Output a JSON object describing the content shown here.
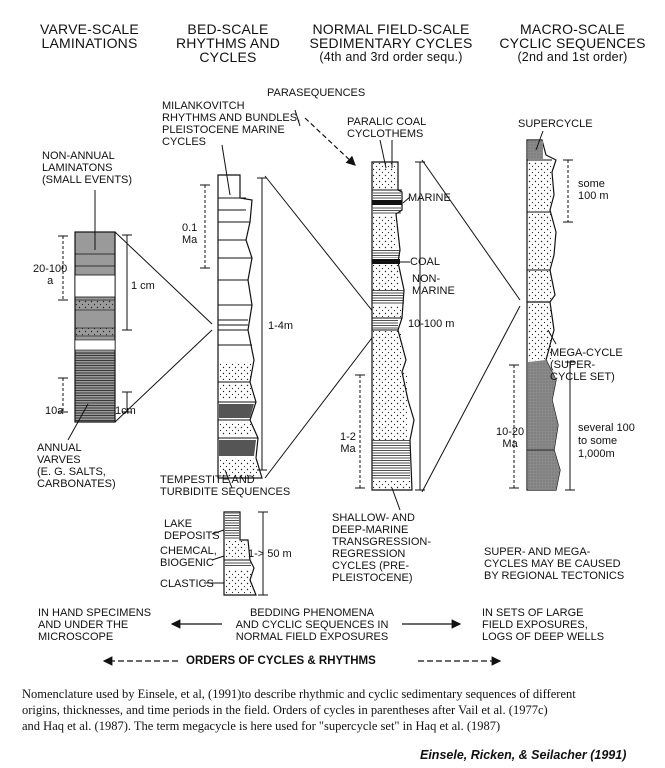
{
  "headers": {
    "varve": [
      "VARVE-SCALE",
      "LAMINATIONS"
    ],
    "bed": [
      "BED-SCALE",
      "RHYTHMS AND",
      "CYCLES"
    ],
    "field": [
      "NORMAL FIELD-SCALE",
      "SEDIMENTARY CYCLES",
      "(4th and 3rd order sequ.)"
    ],
    "macro": [
      "MACRO-SCALE",
      "CYCLIC SEQUENCES",
      "(2nd and 1st order)"
    ]
  },
  "labels": {
    "parasequences": "PARASEQUENCES",
    "milankovitch": [
      "MILANKOVITCH",
      "RHYTHMS AND BUNDLES,",
      "PLEISTOCENE MARINE",
      "CYCLES"
    ],
    "paralic": [
      "PARALIC COAL",
      "CYCLOTHEMS"
    ],
    "supercycle": "SUPERCYCLE",
    "some100": [
      "some",
      "100 m"
    ],
    "nonannual": [
      "NON-ANNUAL",
      "LAMINATONS",
      "(SMALL EVENTS)"
    ],
    "pt1ma": [
      "0.1",
      "Ma"
    ],
    "marine": "MARINE",
    "coal": "COAL",
    "nonmarine": [
      "NON-",
      "MARINE"
    ],
    "scale20_100": [
      "20-100",
      "a"
    ],
    "scale1cm": "1 cm",
    "scale1_4m": "1-4m",
    "scale10_100m": "10-100 m",
    "megacycle": [
      "MEGA-CYCLE",
      "(SUPER-",
      "CYCLE SET)"
    ],
    "scale10a": "10a",
    "scale1cm_b": "1cm",
    "scale1_2ma": [
      "1-2",
      "Ma"
    ],
    "scale10_20ma": [
      "10-20",
      "Ma"
    ],
    "several": [
      "several 100",
      "to some",
      "1,000m"
    ],
    "annual": [
      "ANNUAL",
      "VARVES",
      "(E. G. SALTS,",
      "CARBONATES)"
    ],
    "tempestite": [
      "TEMPESTITE AND",
      "TURBIDITE SEQUENCES"
    ],
    "lake": [
      "LAKE",
      "DEPOSITS"
    ],
    "chemcal": [
      "CHEMCAL,",
      "BIOGENIC"
    ],
    "clastics": "CLASTICS",
    "scale1_50m": "1-> 50 m",
    "shallow": [
      "SHALLOW- AND",
      "DEEP-MARINE",
      "TRANSGRESSION-",
      "REGRESSION",
      "CYCLES (PRE-",
      "PLEISTOCENE)"
    ],
    "supermega": [
      "SUPER- AND MEGA-",
      "CYCLES MAY BE CAUSED",
      "BY REGIONAL TECTONICS"
    ]
  },
  "bottom": {
    "hand": [
      "IN HAND SPECIMENS",
      "AND UNDER THE",
      "MICROSCOPE"
    ],
    "bedding": [
      "BEDDING PHENOMENA",
      "AND CYCLIC SEQUENCES IN",
      "NORMAL FIELD EXPOSURES"
    ],
    "sets": [
      "IN SETS OF LARGE",
      "FIELD EXPOSURES,",
      "LOGS OF DEEP WELLS"
    ],
    "orders": "ORDERS OF CYCLES & RHYTHMS"
  },
  "caption": [
    "Nomenclature used by Einsele, et al, (1991)to describe rhythmic and cyclic sedimentary sequences of different",
    "origins, thicknesses, and time periods in the field. Orders of cycles in parentheses after Vail et al. (1977c)",
    "and Haq et al. (1987). The term megacycle is here used for \"supercycle set\" in Haq et al. (1987)"
  ],
  "credit": "Einsele, Ricken, & Seilacher (1991)"
}
